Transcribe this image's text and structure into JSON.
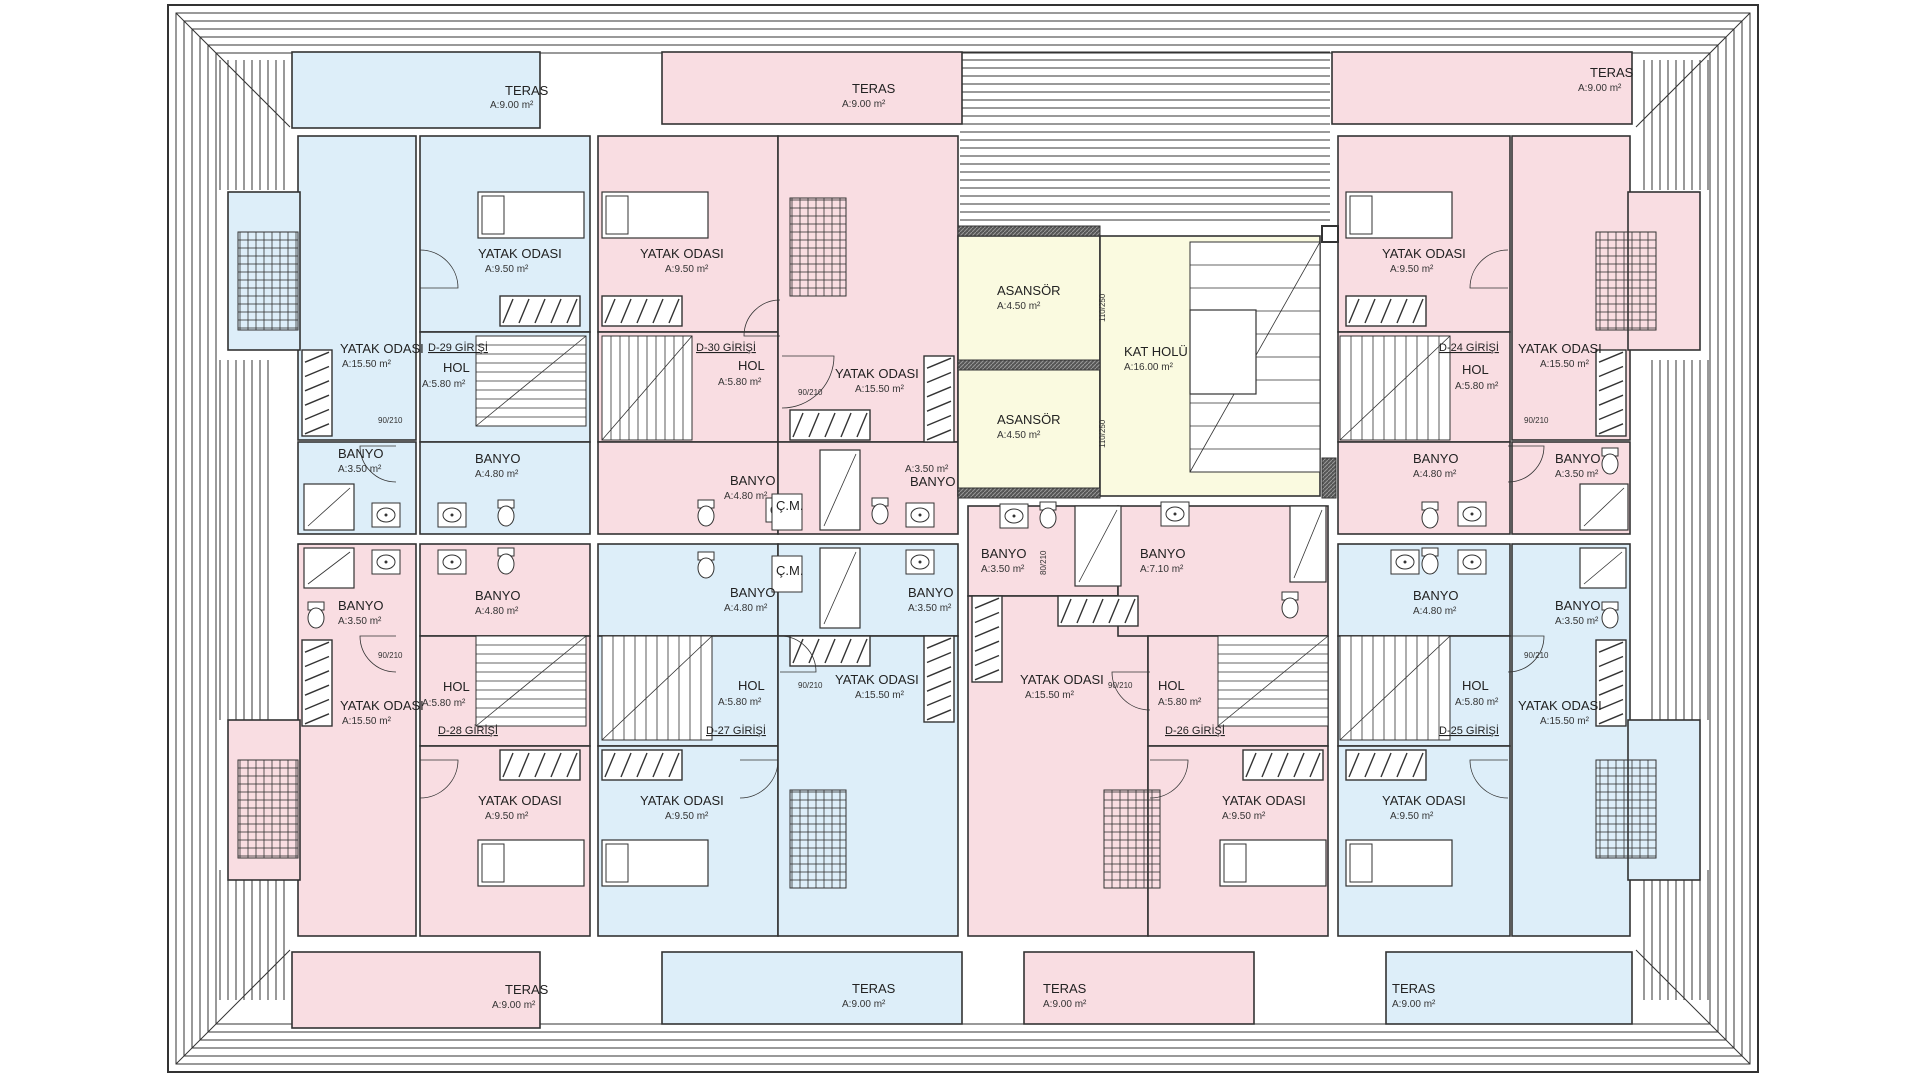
{
  "colors": {
    "pink": "#f9dde2",
    "blue": "#ddeef9",
    "core": "#fafae0",
    "wall": "#333333"
  },
  "labels": {
    "teras": "TERAS",
    "a9": "A:9.00 m²",
    "yatak": "YATAK ODASI",
    "a950": "A:9.50 m²",
    "a1550": "A:15.50 m²",
    "hol": "HOL",
    "a580": "A:5.80 m²",
    "banyo": "BANYO",
    "a350": "A:3.50 m²",
    "a480": "A:4.80 m²",
    "a710": "A:7.10 m²",
    "asansor": "ASANSÖR",
    "a450": "A:4.50 m²",
    "kat": "KAT HOLÜ",
    "a1600": "A:16.00 m²",
    "cm": "Ç.M.",
    "d29": "D-29 GİRİŞİ",
    "d30": "D-30 GİRİŞİ",
    "d24": "D-24 GİRİŞİ",
    "d28": "D-28 GİRİŞİ",
    "d27": "D-27 GİRİŞİ",
    "d26": "D-26 GİRİŞİ",
    "d25": "D-25 GİRİŞİ",
    "d90": "90/210",
    "d80": "80/210",
    "d110": "110/250"
  }
}
